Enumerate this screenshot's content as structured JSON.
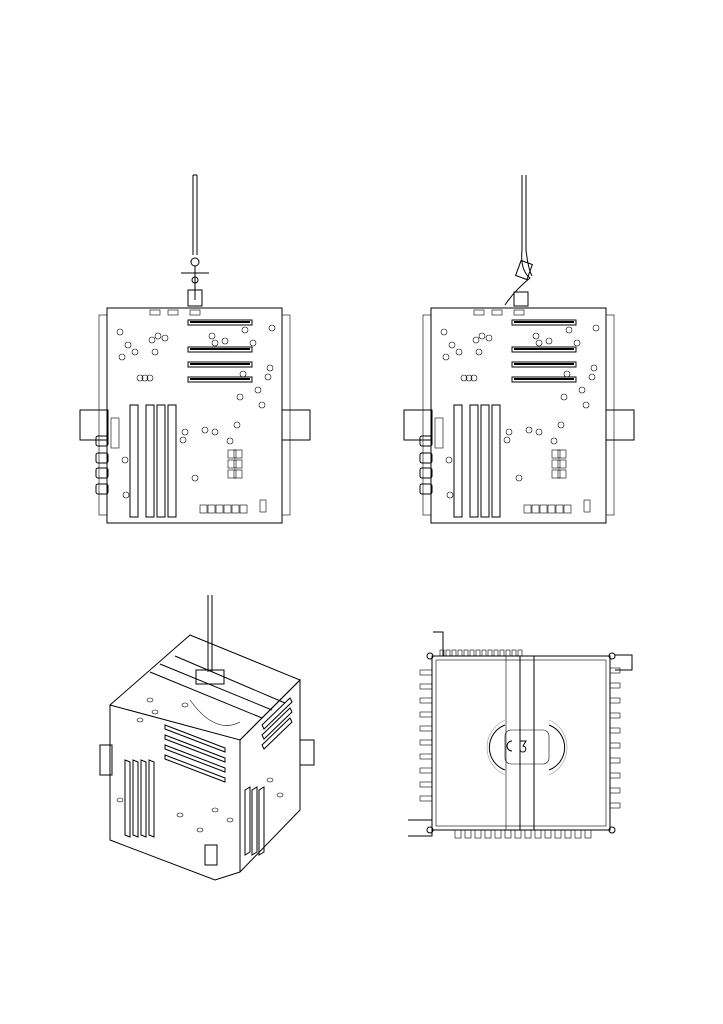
{
  "diagram": {
    "views": [
      {
        "id": "front-with-tool"
      },
      {
        "id": "front-with-cable"
      },
      {
        "id": "isometric"
      },
      {
        "id": "top"
      }
    ],
    "colors": {
      "line": "#000000",
      "background": "#ffffff",
      "hidden_line": "#999999"
    }
  }
}
